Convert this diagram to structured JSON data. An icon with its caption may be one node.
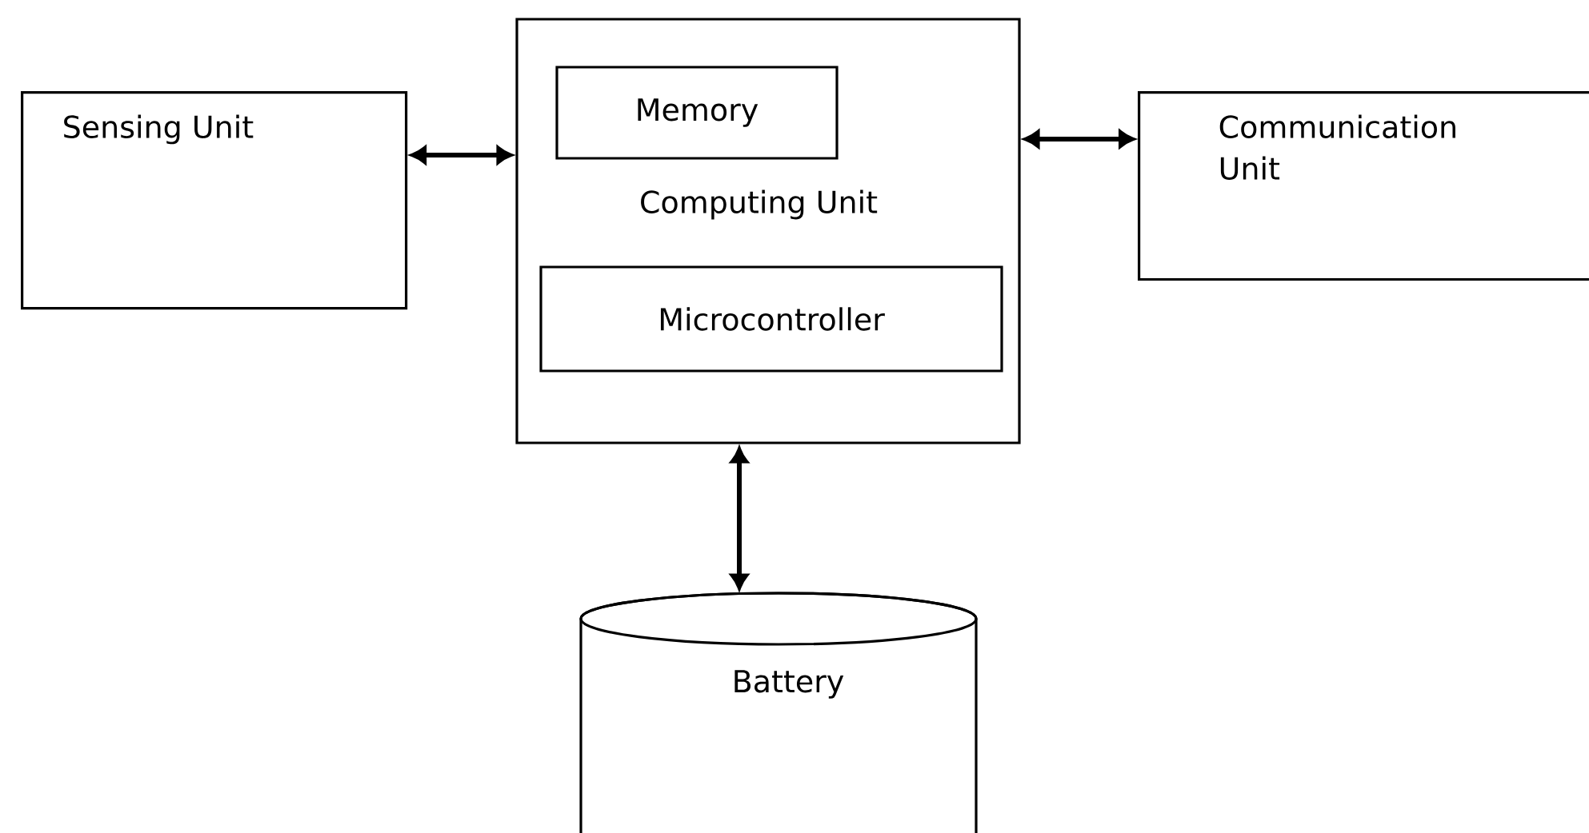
{
  "diagram": {
    "nodes": [
      {
        "text": [
          "Sensing Unit"
        ]
      },
      {
        "text": [
          "Computing Unit"
        ]
      },
      {
        "text": [
          "Memory"
        ],
        "in": 1
      },
      {
        "text": [
          "Microcontroller"
        ],
        "in": 1
      },
      {
        "text": [
          "Communication Unit"
        ]
      },
      {
        "text": [
          "Battery"
        ]
      }
    ],
    "edges": [
      {
        "from": 0,
        "to": 1,
        "arrow": "both"
      },
      {
        "from": 1,
        "to": 4,
        "arrow": "both"
      },
      {
        "from": 1,
        "to": 5,
        "arrow": "both"
      }
    ]
  }
}
